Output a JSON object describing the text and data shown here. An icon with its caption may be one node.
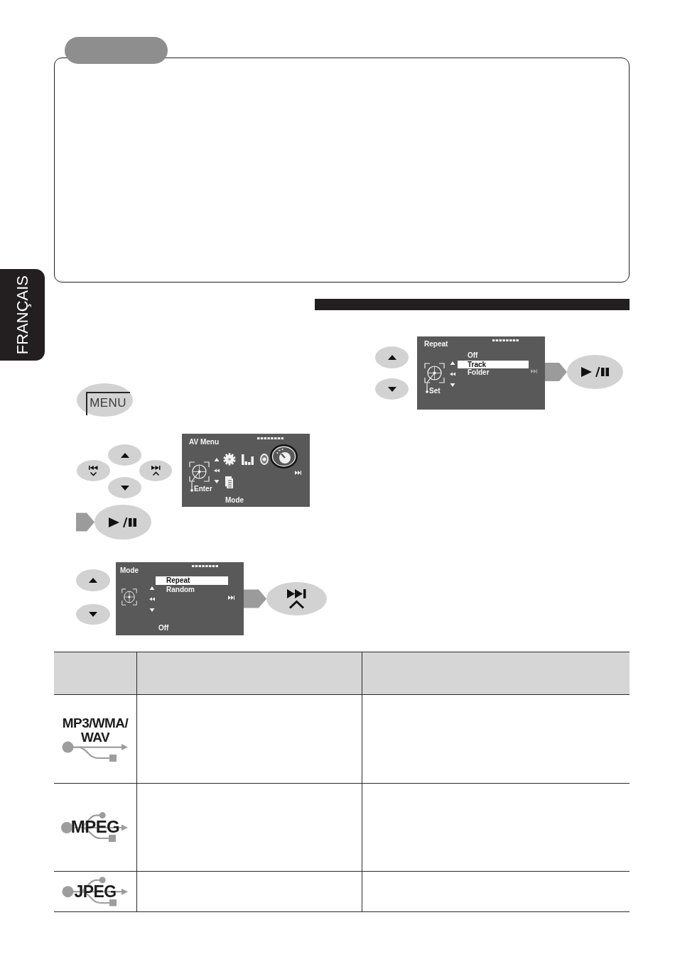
{
  "diagram": {
    "nodes": [
      {
        "text": [],
        "shape": "pill"
      },
      {
        "text": [
          "FRANÇAIS"
        ]
      },
      {
        "text": [
          "MENU"
        ]
      },
      {
        "text": [],
        "shape": "ellipse"
      },
      {
        "text": [],
        "shape": "ellipse"
      },
      {
        "text": [],
        "shape": "ellipse"
      },
      {
        "text": [],
        "shape": "ellipse"
      },
      {
        "text": [],
        "shape": "ellipse"
      },
      {
        "text": [
          "AV Menu",
          "Enter",
          "Mode"
        ]
      },
      {
        "text": [],
        "shape": "ellipse"
      },
      {
        "text": [],
        "shape": "ellipse"
      },
      {
        "text": [
          "Mode",
          "Random",
          "Off"
        ]
      },
      {
        "text": [
          "Repeat"
        ],
        "in": 11
      },
      {
        "text": [],
        "shape": "ellipse"
      },
      {
        "text": [],
        "shape": "bar"
      },
      {
        "text": [],
        "shape": "ellipse"
      },
      {
        "text": [],
        "shape": "ellipse"
      },
      {
        "text": [
          "Repeat",
          "Off",
          "Folder",
          "Set"
        ]
      },
      {
        "text": [
          "Track"
        ],
        "in": 17
      },
      {
        "text": [],
        "shape": "ellipse"
      }
    ],
    "edges": [
      {
        "from": null,
        "to": 7,
        "arrow": "to"
      },
      {
        "from": 11,
        "to": 13,
        "arrow": "to"
      },
      {
        "from": 17,
        "to": 19,
        "arrow": "to"
      }
    ],
    "labels": [
      "MP3/WMA/ WAV",
      "MPEG",
      "JPEG"
    ]
  }
}
